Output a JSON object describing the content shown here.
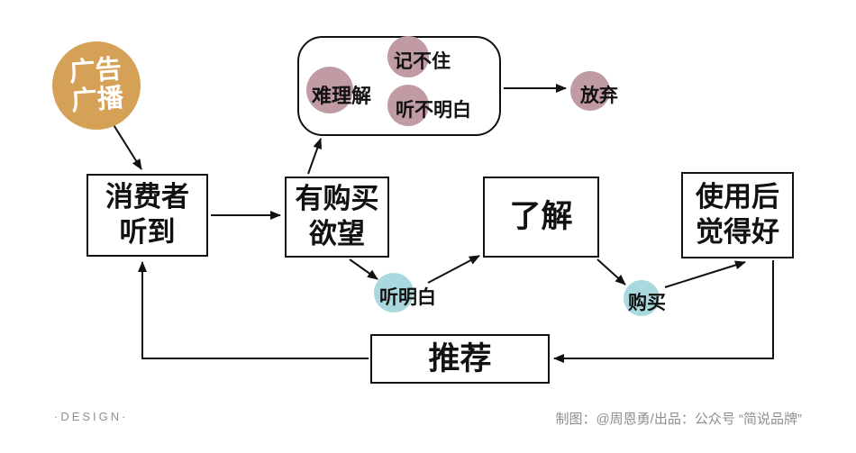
{
  "nodes": {
    "ad_source": {
      "lines": [
        "广告",
        "广播"
      ]
    },
    "consumer_hear": {
      "lines": [
        "消费者",
        "听到"
      ]
    },
    "purchase_desire": {
      "lines": [
        "有购买",
        "欲望"
      ]
    },
    "problems": {
      "hard_to_understand": "难理解",
      "cant_remember": "记不住",
      "cant_follow": "听不明白"
    },
    "give_up": {
      "label": "放弃"
    },
    "understand_clear": {
      "label": "听明白"
    },
    "learn": {
      "label": "了解"
    },
    "buy": {
      "label": "购买"
    },
    "good_after_use": {
      "lines": [
        "使用后",
        "觉得好"
      ]
    },
    "recommend": {
      "label": "推荐"
    }
  },
  "footer": {
    "design_label": "·DESIGN·",
    "credit": "制图：@周恩勇/出品：公众号 “简说品牌”"
  },
  "colors": {
    "ad_circle": "#d5a156",
    "problem_circle": "#c19ba4",
    "action_circle": "#a9d9de",
    "stroke": "#111111",
    "footer_text": "#8f8f8f"
  }
}
